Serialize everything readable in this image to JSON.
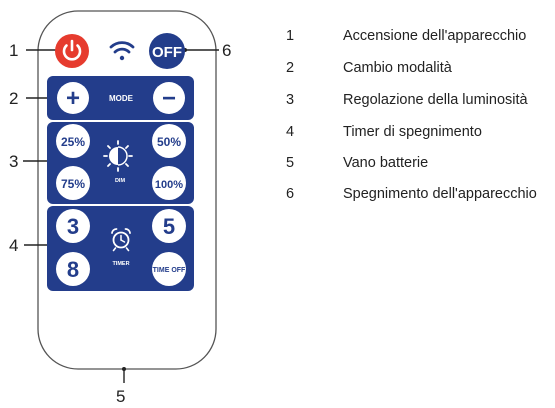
{
  "remote": {
    "callouts": [
      "1",
      "2",
      "3",
      "4",
      "5",
      "6"
    ],
    "power_button": {
      "icon": "power-icon",
      "color": "#e63b2e"
    },
    "wifi_icon": "wifi-icon",
    "off_button": {
      "label": "OFF"
    },
    "mode_panel": {
      "label": "MODE",
      "plus": "+",
      "minus": "−"
    },
    "dim_panel": {
      "label": "DIM",
      "buttons": [
        "25%",
        "50%",
        "75%",
        "100%"
      ]
    },
    "timer_panel": {
      "label": "TIMER",
      "buttons": [
        "3",
        "5",
        "8",
        "TIME OFF"
      ]
    },
    "panel_color": "#233d8b"
  },
  "legend": [
    {
      "num": "1",
      "text": "Accensione dell'apparecchio"
    },
    {
      "num": "2",
      "text": "Cambio modalità"
    },
    {
      "num": "3",
      "text": "Regolazione della luminosità"
    },
    {
      "num": "4",
      "text": "Timer di spegnimento"
    },
    {
      "num": "5",
      "text": "Vano batterie"
    },
    {
      "num": "6",
      "text": "Spegnimento dell'apparecchio"
    }
  ]
}
